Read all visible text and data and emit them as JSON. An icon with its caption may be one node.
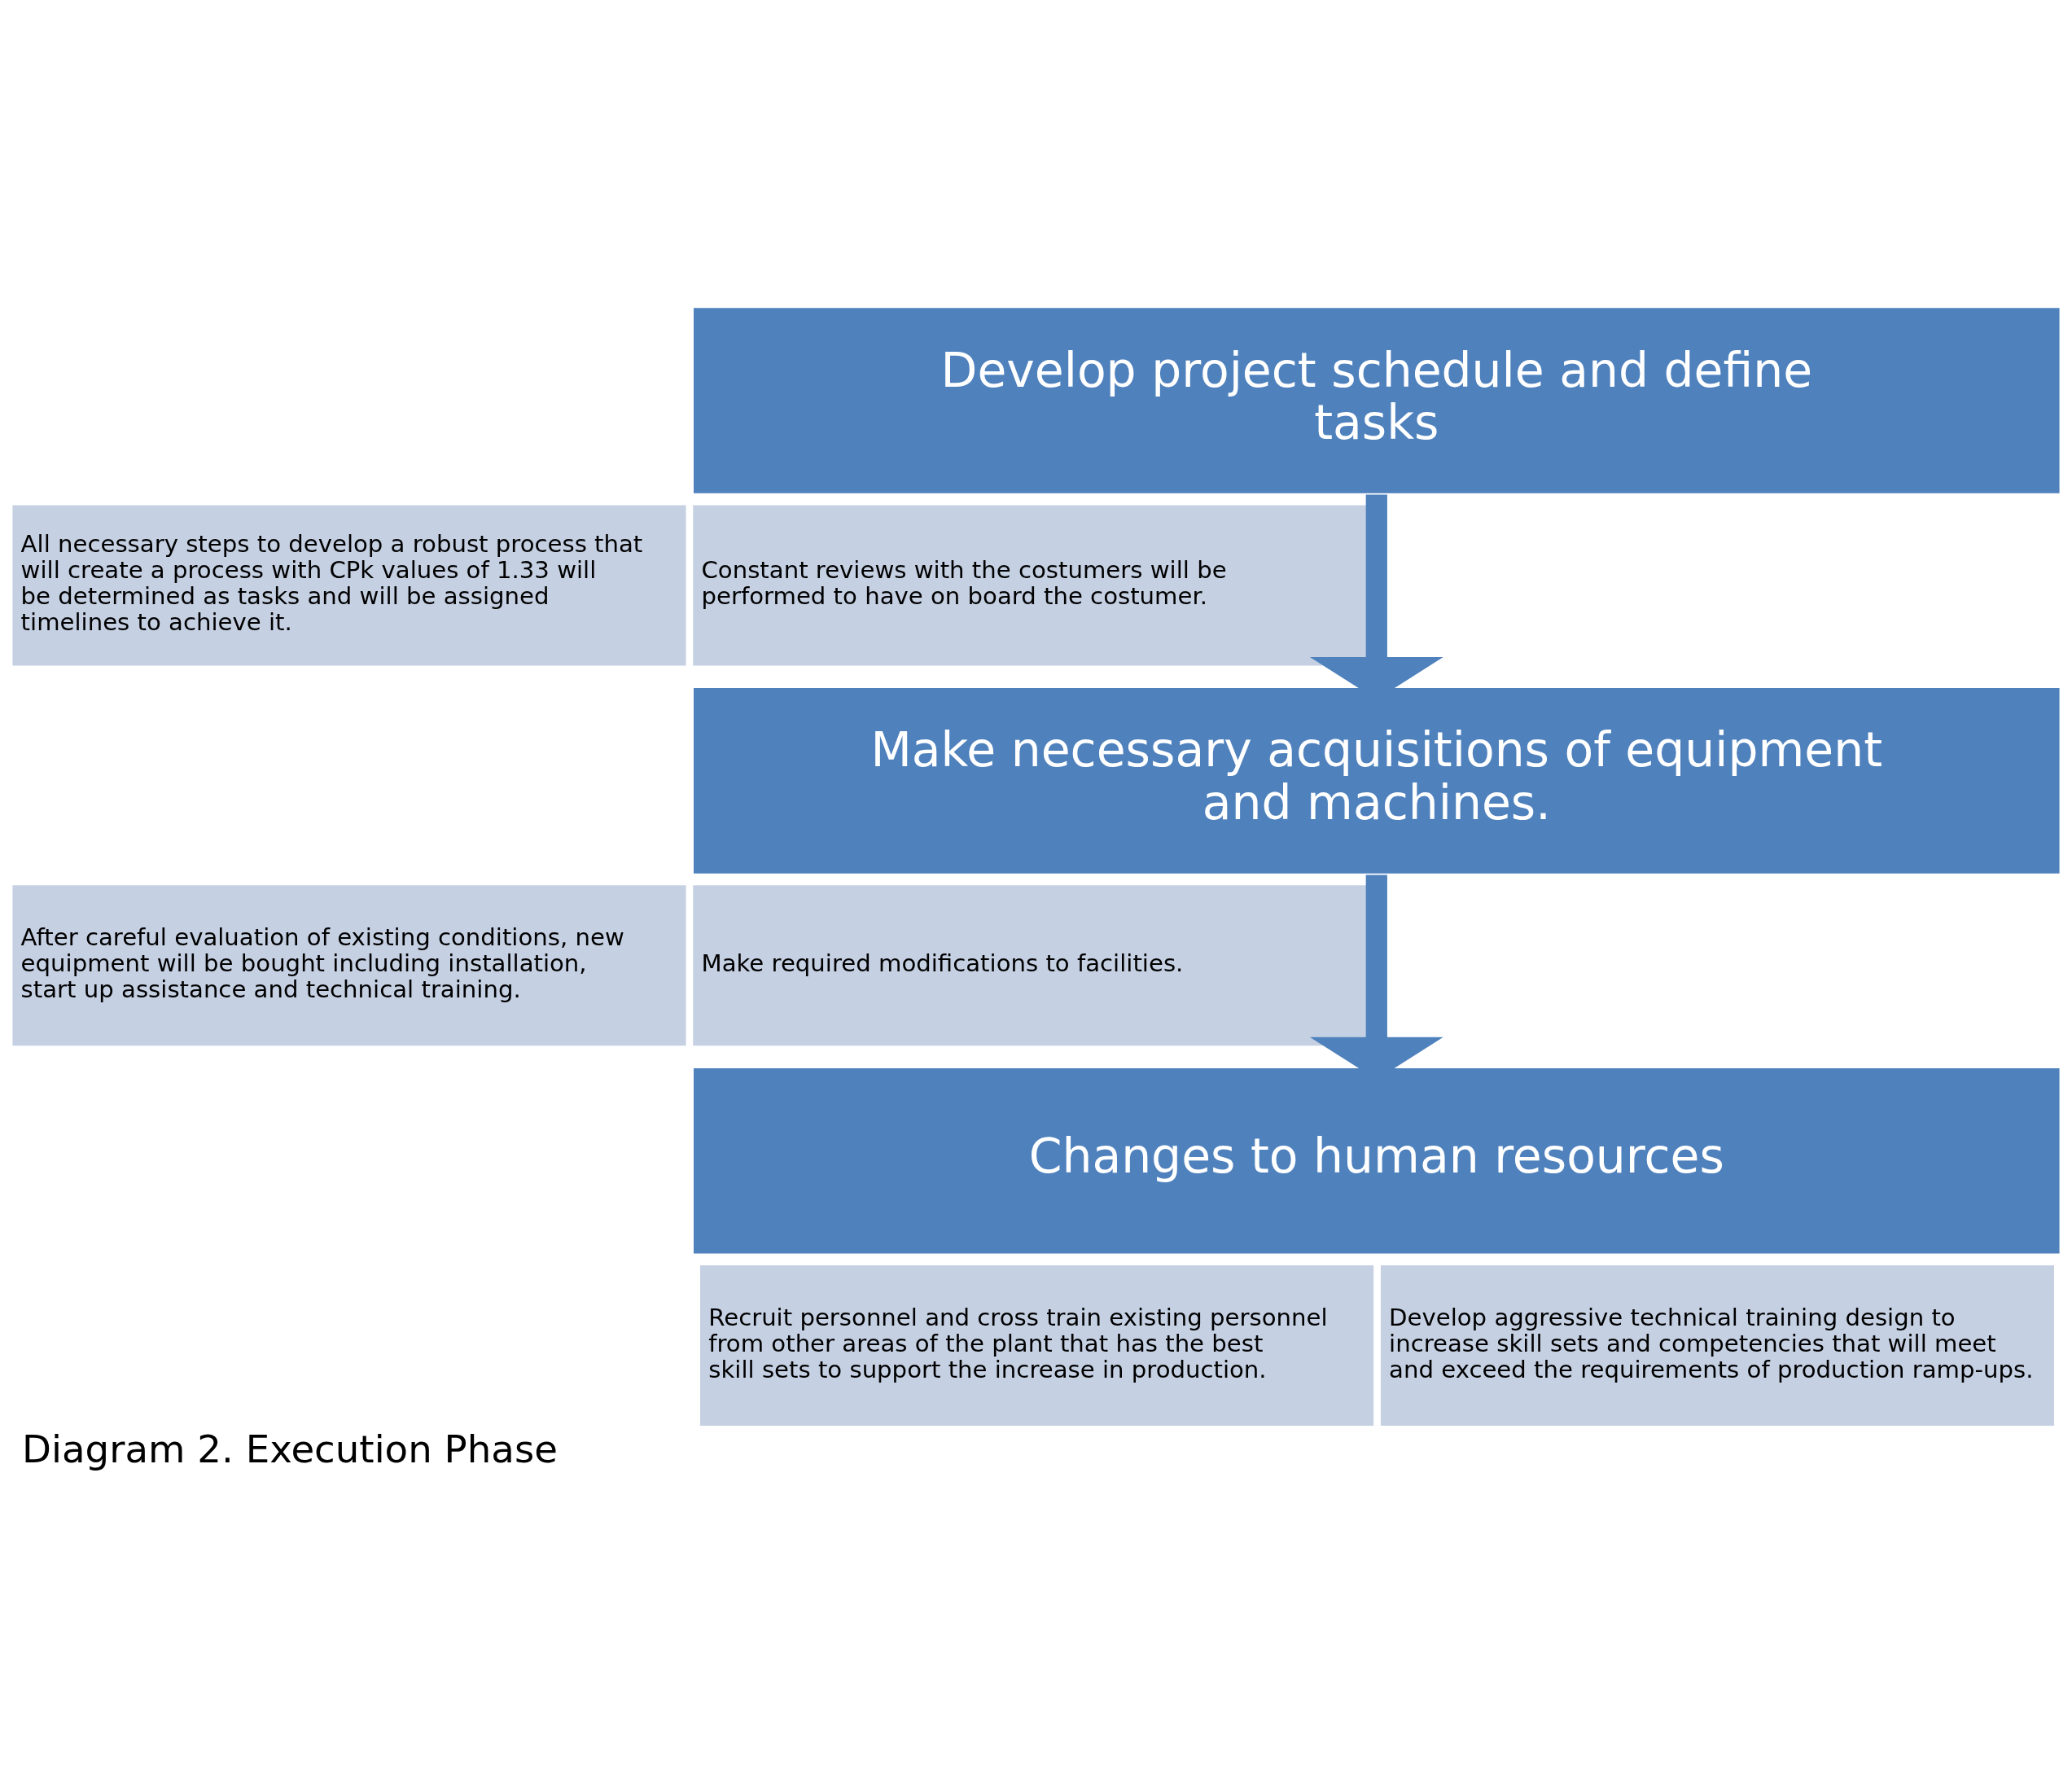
{
  "diagram": {
    "caption": "Diagram 2. Execution Phase",
    "nodes": [
      {
        "text": [
          "Develop project schedule and define tasks"
        ]
      },
      {
        "text": [
          "All necessary steps to develop a robust process that will create a process with CPk values of 1.33 will be determined as tasks and will be assigned timelines to achieve it."
        ]
      },
      {
        "text": [
          "Constant reviews with the costumers will be performed to have on board the costumer."
        ]
      },
      {
        "text": [
          "Make necessary acquisitions of equipment and machines."
        ]
      },
      {
        "text": [
          "After careful evaluation of existing conditions, new equipment will be bought including installation, start up assistance and technical training."
        ]
      },
      {
        "text": [
          "Make required modifications to facilities."
        ]
      },
      {
        "text": [
          "Changes to human resources"
        ]
      },
      {
        "text": [
          "Recruit personnel and cross train existing personnel from other areas of the plant that has the best skill sets to support the increase in production."
        ]
      },
      {
        "text": [
          "Develop aggressive technical training design to increase skill sets and competencies that will meet and exceed the requirements of production ramp-ups."
        ]
      }
    ],
    "edges": [
      {
        "from": 0,
        "to": 3,
        "arrow": "to"
      },
      {
        "from": 3,
        "to": 6,
        "arrow": "to"
      }
    ]
  }
}
